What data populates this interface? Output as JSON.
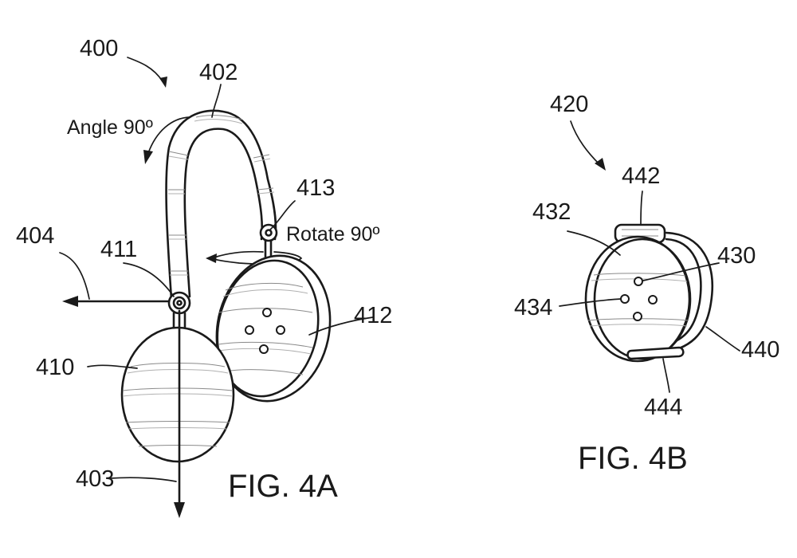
{
  "figures": {
    "fig4a": {
      "caption": "FIG. 4A",
      "refs": {
        "r400": "400",
        "r402": "402",
        "r403": "403",
        "r404": "404",
        "r410": "410",
        "r411": "411",
        "r412": "412",
        "r413": "413"
      },
      "annotations": {
        "angle": "Angle 90º",
        "rotate": "Rotate 90º"
      }
    },
    "fig4b": {
      "caption": "FIG. 4B",
      "refs": {
        "r420": "420",
        "r430": "430",
        "r432": "432",
        "r434": "434",
        "r440": "440",
        "r442": "442",
        "r444": "444"
      }
    }
  }
}
